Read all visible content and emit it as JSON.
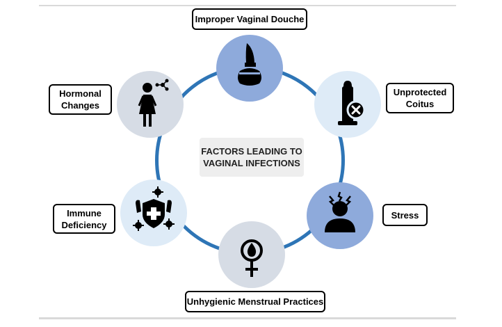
{
  "center_title": "FACTORS LEADING TO\nVAGINAL INFECTIONS",
  "factors": {
    "douche": "Improper Vaginal Douche",
    "coitus": "Unprotected\nCoitus",
    "stress": "Stress",
    "menstrual": "Unhygienic Menstrual Practices",
    "immune": "Immune\nDeficiency",
    "hormonal": "Hormonal\nChanges"
  },
  "colors": {
    "ring": "#2e75b6",
    "node_blue": "#8eaadb",
    "node_light_blue": "#deebf7",
    "node_grey": "#d6dce5",
    "icon": "#000000"
  },
  "icons": {
    "douche": "douche-bulb-icon",
    "coitus": "condom-cross-icon",
    "stress": "stressed-person-icon",
    "menstrual": "venus-drop-icon",
    "immune": "shield-germs-icon",
    "hormonal": "woman-molecule-icon"
  }
}
